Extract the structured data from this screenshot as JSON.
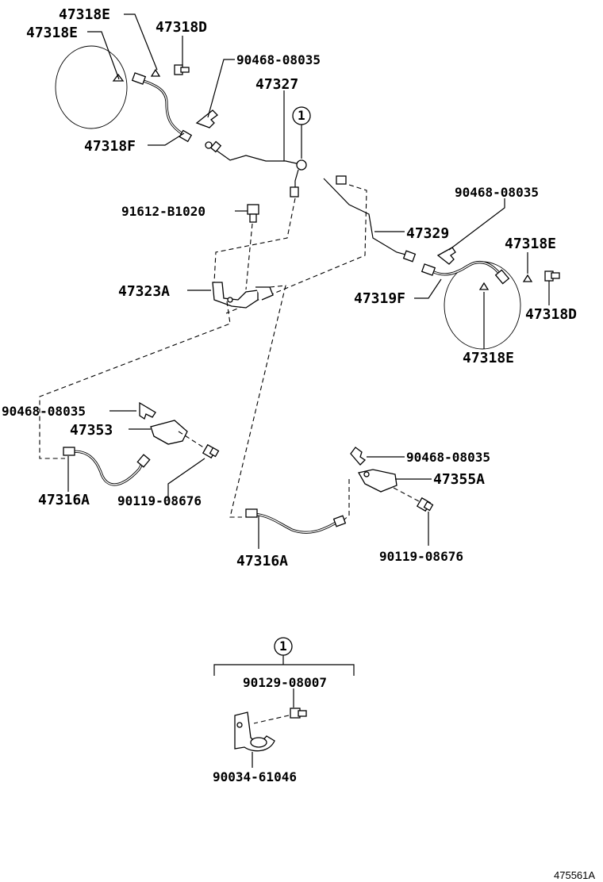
{
  "labels": {
    "l_47318E_a": "47318E",
    "l_47318E_b": "47318E",
    "l_47318D_a": "47318D",
    "l_90468_a": "90468-08035",
    "l_47327": "47327",
    "l_47318F": "47318F",
    "l_callout_a": "1",
    "l_91612": "91612-B1020",
    "l_90468_b": "90468-08035",
    "l_47318E_c": "47318E",
    "l_47329": "47329",
    "l_47323A": "47323A",
    "l_47319F": "47319F",
    "l_47318D_b": "47318D",
    "l_47318E_d": "47318E",
    "l_90468_c": "90468-08035",
    "l_47353": "47353",
    "l_47316A_a": "47316A",
    "l_90119_a": "90119-08676",
    "l_90468_d": "90468-08035",
    "l_47355A": "47355A",
    "l_47316A_b": "47316A",
    "l_90119_b": "90119-08676",
    "l_callout_b": "1",
    "l_90129": "90129-08007",
    "l_90034": "90034-61046",
    "ref_code": "475561A"
  }
}
